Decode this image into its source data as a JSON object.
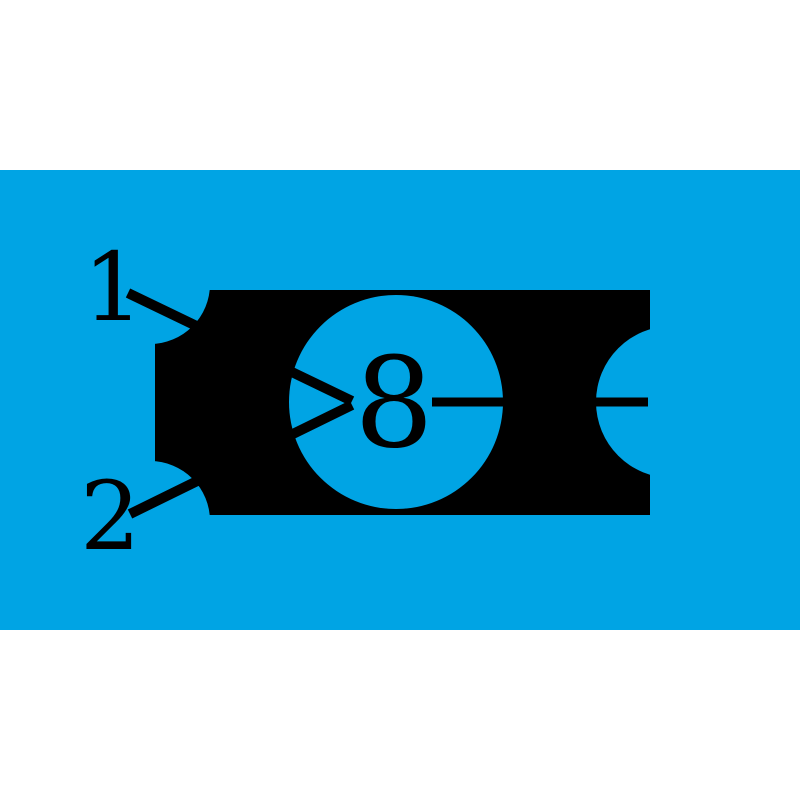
{
  "figure": {
    "description": "Mechanical diagram: black component on blue band with numbered callout leader lines and a central circular hole labeled 8",
    "background_color": "#ffffff",
    "band_color": "#00A4E4",
    "ink_color": "#000000",
    "callouts": [
      {
        "label": "1"
      },
      {
        "label": "2"
      }
    ],
    "part_label": "8"
  }
}
